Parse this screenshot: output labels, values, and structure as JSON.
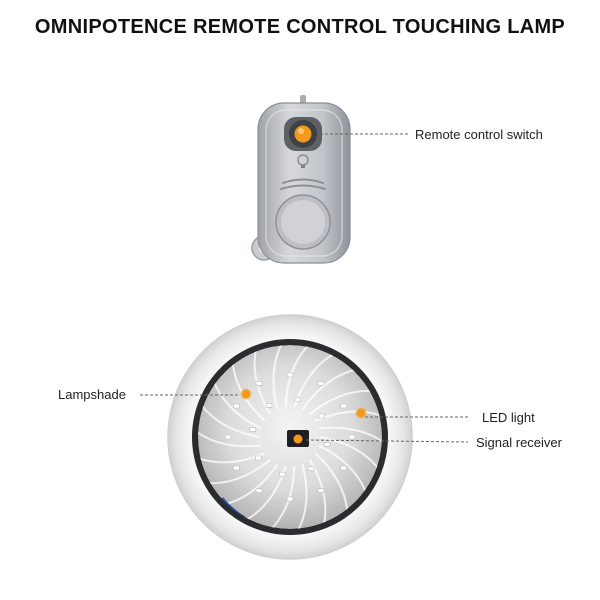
{
  "title": "OMNIPOTENCE REMOTE CONTROL TOUCHING LAMP",
  "callouts": {
    "remote_switch": "Remote control switch",
    "lampshade": "Lampshade",
    "led_light": "LED light",
    "signal_receiver": "Signal receiver"
  },
  "colors": {
    "accent_orange": "#f39a1e",
    "remote_silver": "#b9bcc1",
    "lamp_rim": "#eceded",
    "lamp_body": "#2b2c2f"
  },
  "icons": {
    "remote_button": "orange-power-button-icon",
    "bulb_indicator": "bulb-icon"
  }
}
